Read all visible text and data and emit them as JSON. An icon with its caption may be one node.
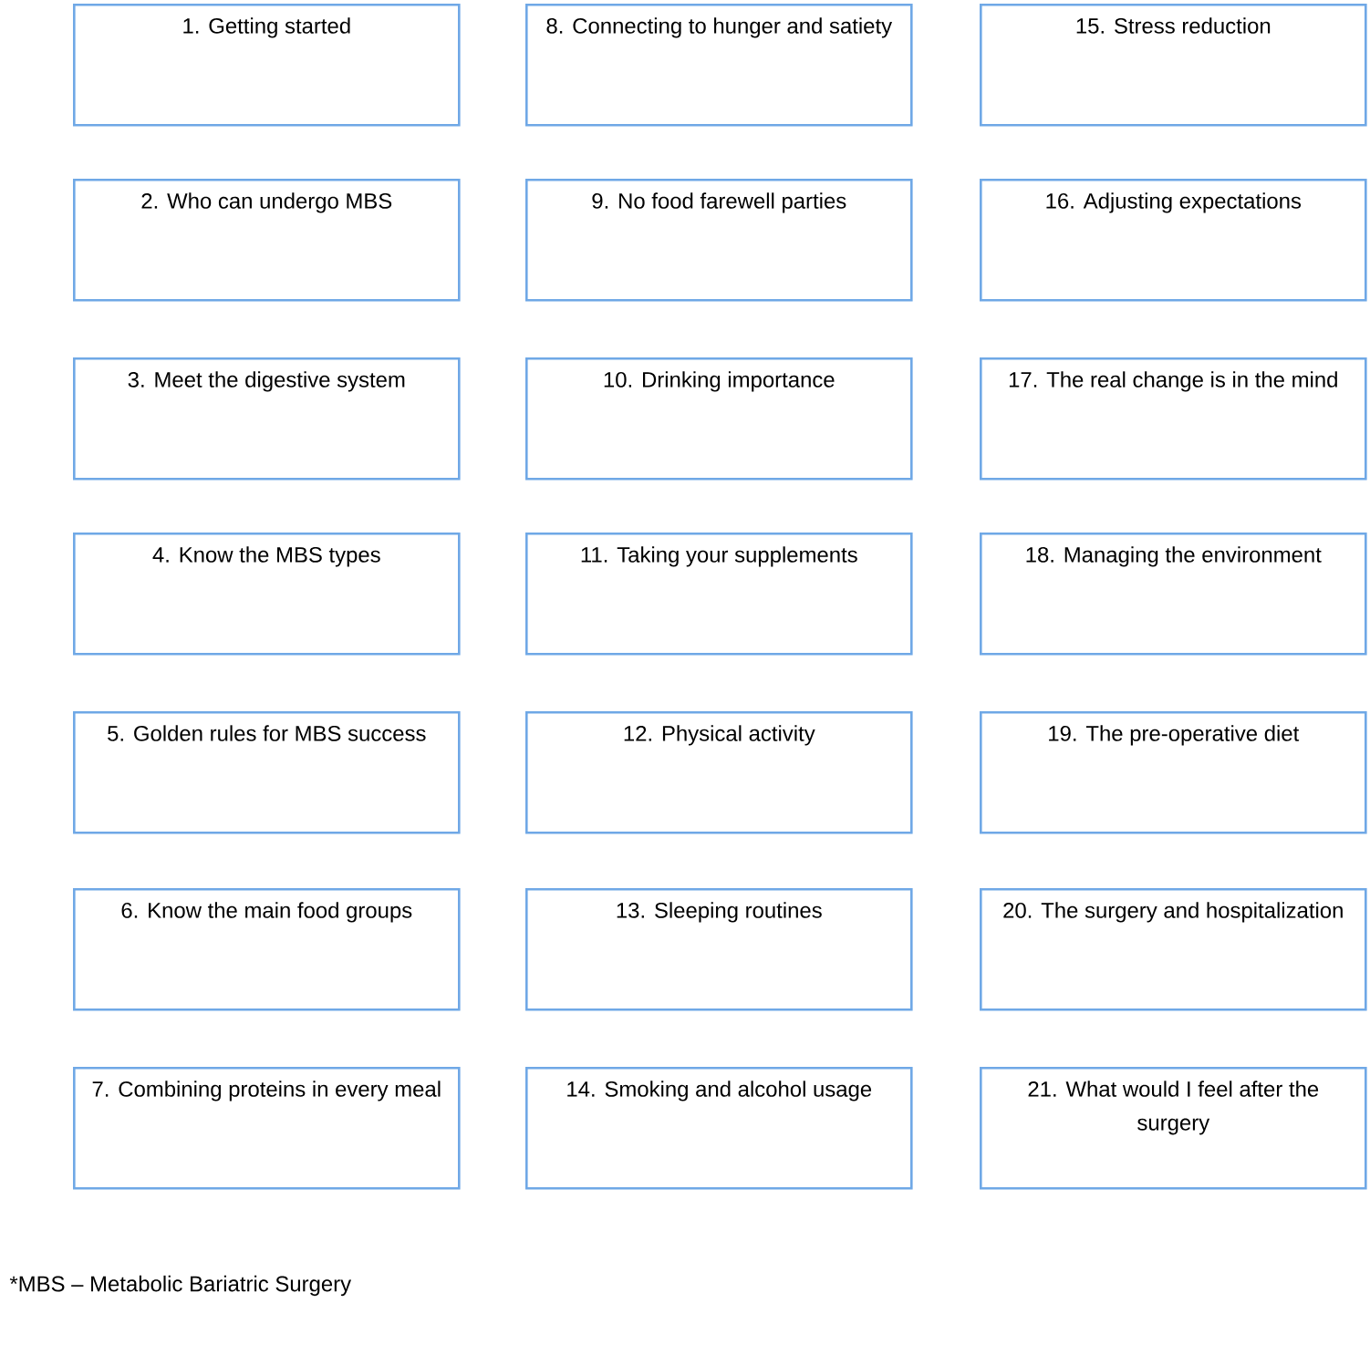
{
  "diagram": {
    "nodes": [
      {
        "text": [
          "1. Getting started"
        ]
      },
      {
        "text": [
          "2. Who can undergo MBS"
        ]
      },
      {
        "text": [
          "3. Meet the digestive system"
        ]
      },
      {
        "text": [
          "4. Know the MBS types"
        ]
      },
      {
        "text": [
          "5. Golden rules for MBS success"
        ]
      },
      {
        "text": [
          "6. Know the main food groups"
        ]
      },
      {
        "text": [
          "7. Combining proteins in every meal"
        ]
      },
      {
        "text": [
          "8. Connecting to hunger and satiety"
        ]
      },
      {
        "text": [
          "9. No food farewell parties"
        ]
      },
      {
        "text": [
          "10. Drinking importance"
        ]
      },
      {
        "text": [
          "11. Taking your supplements"
        ]
      },
      {
        "text": [
          "12. Physical activity"
        ]
      },
      {
        "text": [
          "13. Sleeping routines"
        ]
      },
      {
        "text": [
          "14. Smoking and alcohol usage"
        ]
      },
      {
        "text": [
          "15. Stress reduction"
        ]
      },
      {
        "text": [
          "16. Adjusting expectations"
        ]
      },
      {
        "text": [
          "17. The real change is in the mind"
        ]
      },
      {
        "text": [
          "18. Managing the environment"
        ]
      },
      {
        "text": [
          "19. The pre-operative diet"
        ]
      },
      {
        "text": [
          "20. The surgery and hospitalization"
        ]
      },
      {
        "text": [
          "21. What would I feel after the surgery"
        ]
      }
    ],
    "edges": [],
    "labels": [
      "*MBS – Metabolic Bariatric Surgery"
    ]
  }
}
